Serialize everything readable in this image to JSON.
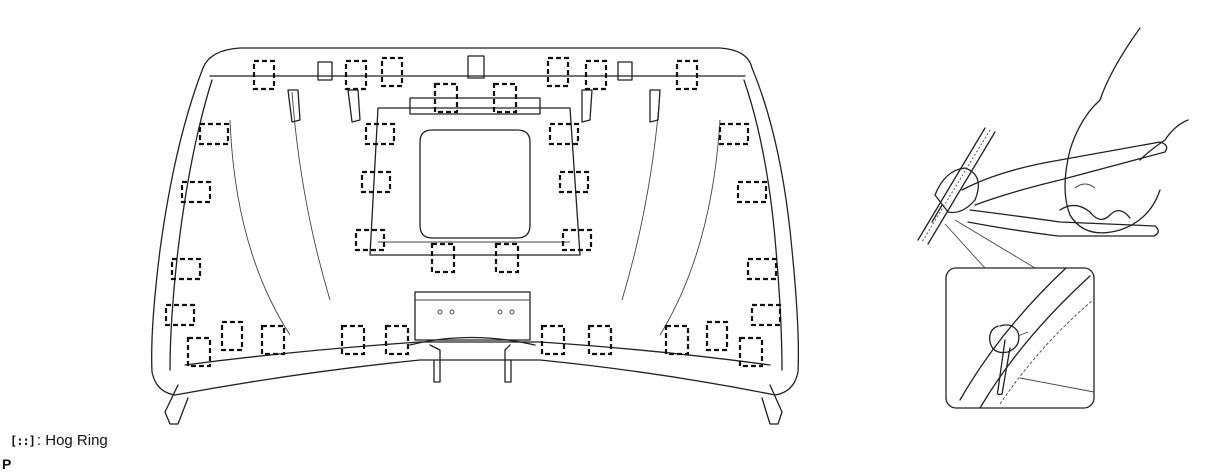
{
  "legend": {
    "symbol": "[::]",
    "label": ": Hog Ring"
  },
  "page_marker": "P",
  "icons": {
    "hog_ring": "dashed-bracket-clip",
    "pliers": "hog-ring-pliers-in-hand"
  }
}
